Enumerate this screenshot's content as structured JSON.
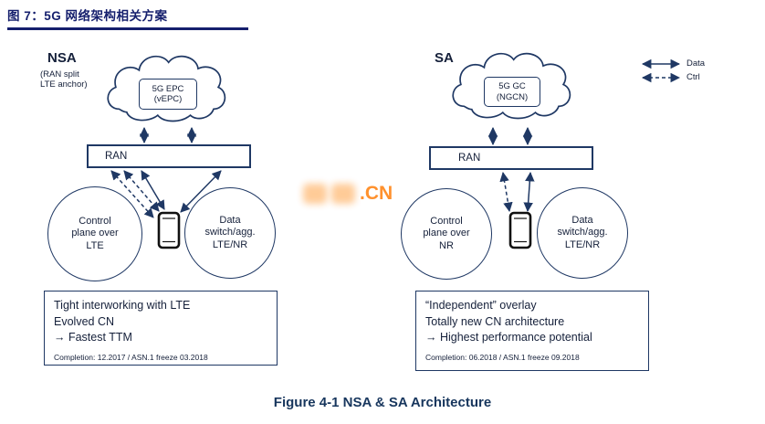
{
  "header": {
    "title": "图 7：5G 网络架构相关方案"
  },
  "legend": {
    "data": "Data",
    "ctrl": "Ctrl"
  },
  "nsa": {
    "label": "NSA",
    "sub": [
      "(RAN split",
      "LTE anchor)"
    ],
    "cloud": [
      "5G EPC",
      "(vEPC)"
    ],
    "ran": "RAN",
    "circle_left": [
      "Control",
      "plane over",
      "LTE"
    ],
    "circle_right": [
      "Data",
      "switch/agg.",
      "LTE/NR"
    ],
    "notes": [
      "Tight interworking with LTE",
      "Evolved CN",
      "→ Fastest TTM"
    ],
    "footnote": "Completion: 12.2017 / ASN.1 freeze 03.2018"
  },
  "sa": {
    "label": "SA",
    "cloud": [
      "5G GC",
      "(NGCN)"
    ],
    "ran": "RAN",
    "circle_left": [
      "Control",
      "plane over",
      "NR"
    ],
    "circle_right": [
      "Data",
      "switch/agg.",
      "LTE/NR"
    ],
    "notes": [
      "“Independent” overlay",
      "Totally new CN architecture",
      "→ Highest performance potential"
    ],
    "footnote": "Completion: 06.2018 / ASN.1 freeze 09.2018"
  },
  "caption": "Figure 4-1  NSA & SA Architecture",
  "watermark": {
    "text": ".CN"
  },
  "colors": {
    "diagram_line": "#1f3864",
    "title": "#151f6d",
    "watermark": "#ff7a00"
  }
}
